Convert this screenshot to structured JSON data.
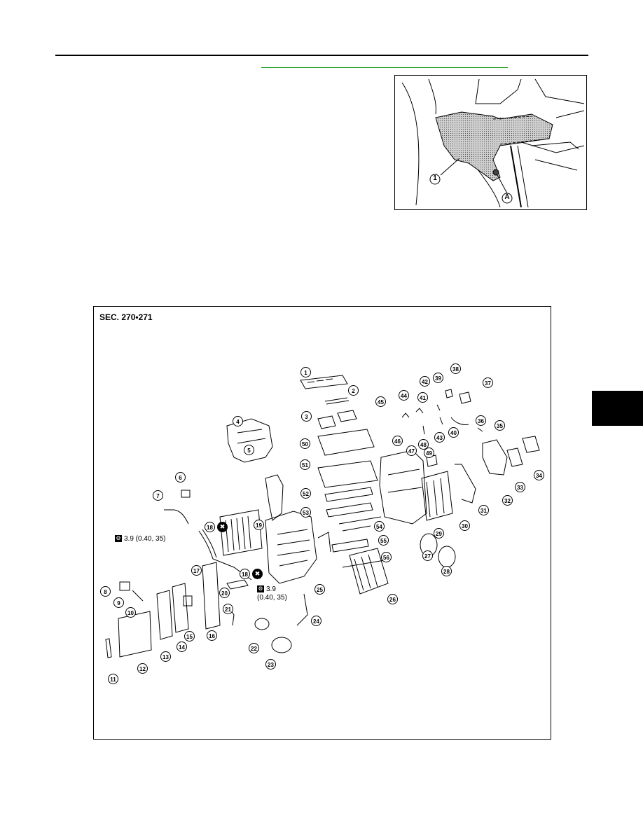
{
  "top_figure": {
    "callouts": [
      "1",
      "A"
    ]
  },
  "main_figure": {
    "section_label": "SEC. 270•271",
    "torque_1": "3.9 (0.40, 35)",
    "torque_2_line1": "3.9",
    "torque_2_line2": "(0.40, 35)",
    "part_numbers": [
      "1",
      "2",
      "3",
      "4",
      "5",
      "6",
      "7",
      "8",
      "9",
      "10",
      "11",
      "12",
      "13",
      "14",
      "15",
      "16",
      "17",
      "18",
      "19",
      "20",
      "21",
      "22",
      "23",
      "24",
      "25",
      "26",
      "27",
      "28",
      "29",
      "30",
      "31",
      "32",
      "33",
      "34",
      "35",
      "36",
      "37",
      "38",
      "39",
      "40",
      "41",
      "42",
      "43",
      "44",
      "45",
      "46",
      "47",
      "48",
      "49",
      "50",
      "51",
      "52",
      "53",
      "54",
      "55",
      "56"
    ],
    "extra_callouts": [
      "18",
      "21"
    ]
  }
}
